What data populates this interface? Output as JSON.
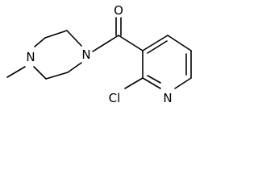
{
  "molecule": {
    "atoms": {
      "o": "O",
      "n_piperazine_top": "N",
      "n_piperazine_bottom": "N",
      "n_pyridine": "N",
      "cl": "Cl"
    }
  }
}
